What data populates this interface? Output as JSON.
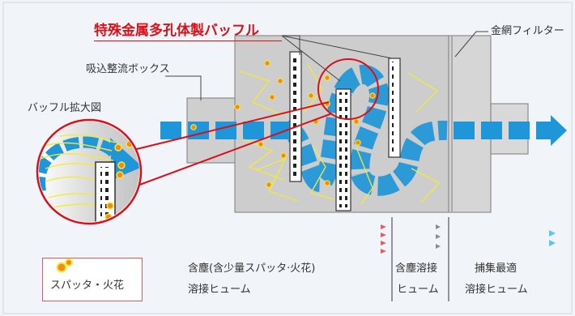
{
  "labels": {
    "title": "特殊金属多孔体製バッフル",
    "wire_filter": "金網フィルター",
    "intake_box": "吸込整流ボックス",
    "baffle_zoom": "バッフル拡大図"
  },
  "legend": {
    "spatter": "スパッタ・火花",
    "fume_dust_1": "含塵(含少量スパッタ·火花)",
    "fume_dust_2": "溶接ヒューム",
    "fume_weld_1": "含塵溶接",
    "fume_weld_2": "ヒューム",
    "fume_clean_1": "捕集最適",
    "fume_clean_2": "溶接ヒューム"
  },
  "colors": {
    "background": "#f1f5f9",
    "title_red": "#d8101a",
    "airflow_blue": "#1e96d8",
    "housing_gray": "#cfcfcf",
    "spark_orange": "#f08a1c",
    "spark_yellow": "#f2ea3a",
    "dust_brown": "#8a1f1f"
  }
}
